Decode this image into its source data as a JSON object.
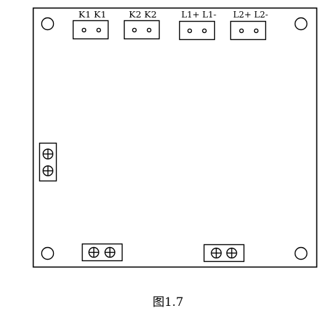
{
  "diagram": {
    "caption": "图1.7",
    "connectors": [
      {
        "label": "K1 K1"
      },
      {
        "label": "K2 K2"
      },
      {
        "label": "L1+ L1-"
      },
      {
        "label": "L2+ L2-"
      }
    ],
    "colors": {
      "line": "#000000",
      "background": "#ffffff"
    },
    "icons": {
      "mounting_hole": "circle-outline",
      "screw_terminal": "circle-cross"
    }
  }
}
